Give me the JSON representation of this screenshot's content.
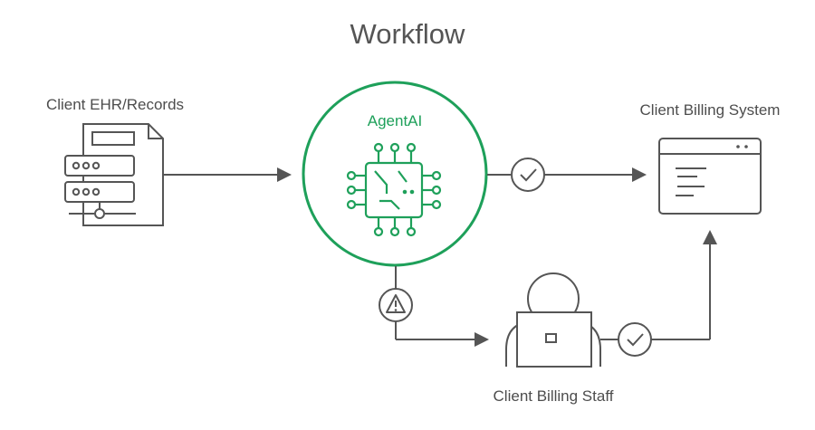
{
  "diagram": {
    "title": "Workflow",
    "nodes": {
      "ehr": {
        "label": "Client EHR/Records",
        "icon": "server-document-icon"
      },
      "agent": {
        "label": "AgentAI",
        "icon": "ai-chip-icon"
      },
      "billing_system": {
        "label": "Client Billing System",
        "icon": "browser-window-icon"
      },
      "billing_staff": {
        "label": "Client Billing Staff",
        "icon": "person-laptop-icon"
      }
    },
    "connectors": [
      {
        "from": "ehr",
        "to": "agent",
        "marker": "none"
      },
      {
        "from": "agent",
        "to": "billing_system",
        "marker": "check-icon"
      },
      {
        "from": "agent",
        "to": "billing_staff",
        "marker": "warning-icon"
      },
      {
        "from": "billing_staff",
        "to": "billing_system",
        "marker": "check-icon"
      }
    ],
    "colors": {
      "accent": "#1ea05a",
      "line": "#555555",
      "text": "#4d4d4d"
    }
  }
}
